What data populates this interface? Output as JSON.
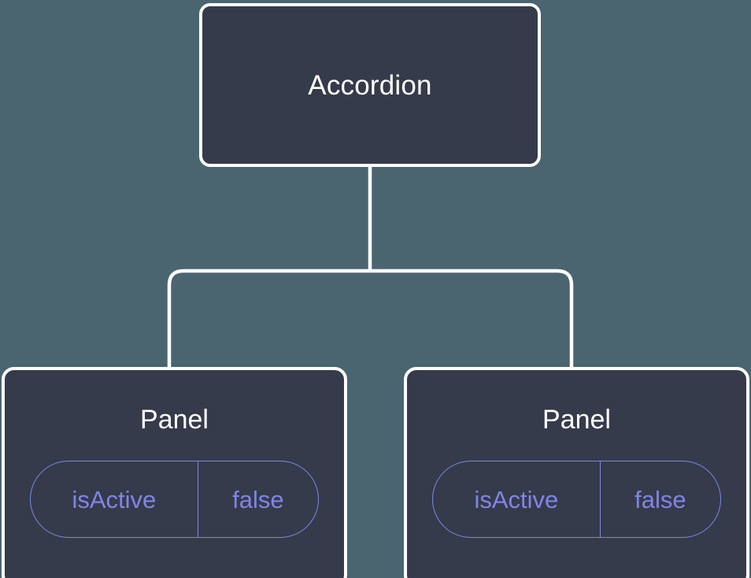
{
  "diagram": {
    "type": "component-tree",
    "background_color": "#4a6570",
    "node_fill_color": "#353b4a",
    "node_border_color": "#ffffff",
    "edge_color": "#ffffff",
    "accent_color": "#8085e8",
    "root": {
      "label": "Accordion"
    },
    "children": [
      {
        "label": "Panel",
        "props": [
          {
            "key": "isActive",
            "value": "false"
          }
        ]
      },
      {
        "label": "Panel",
        "props": [
          {
            "key": "isActive",
            "value": "false"
          }
        ]
      }
    ]
  }
}
